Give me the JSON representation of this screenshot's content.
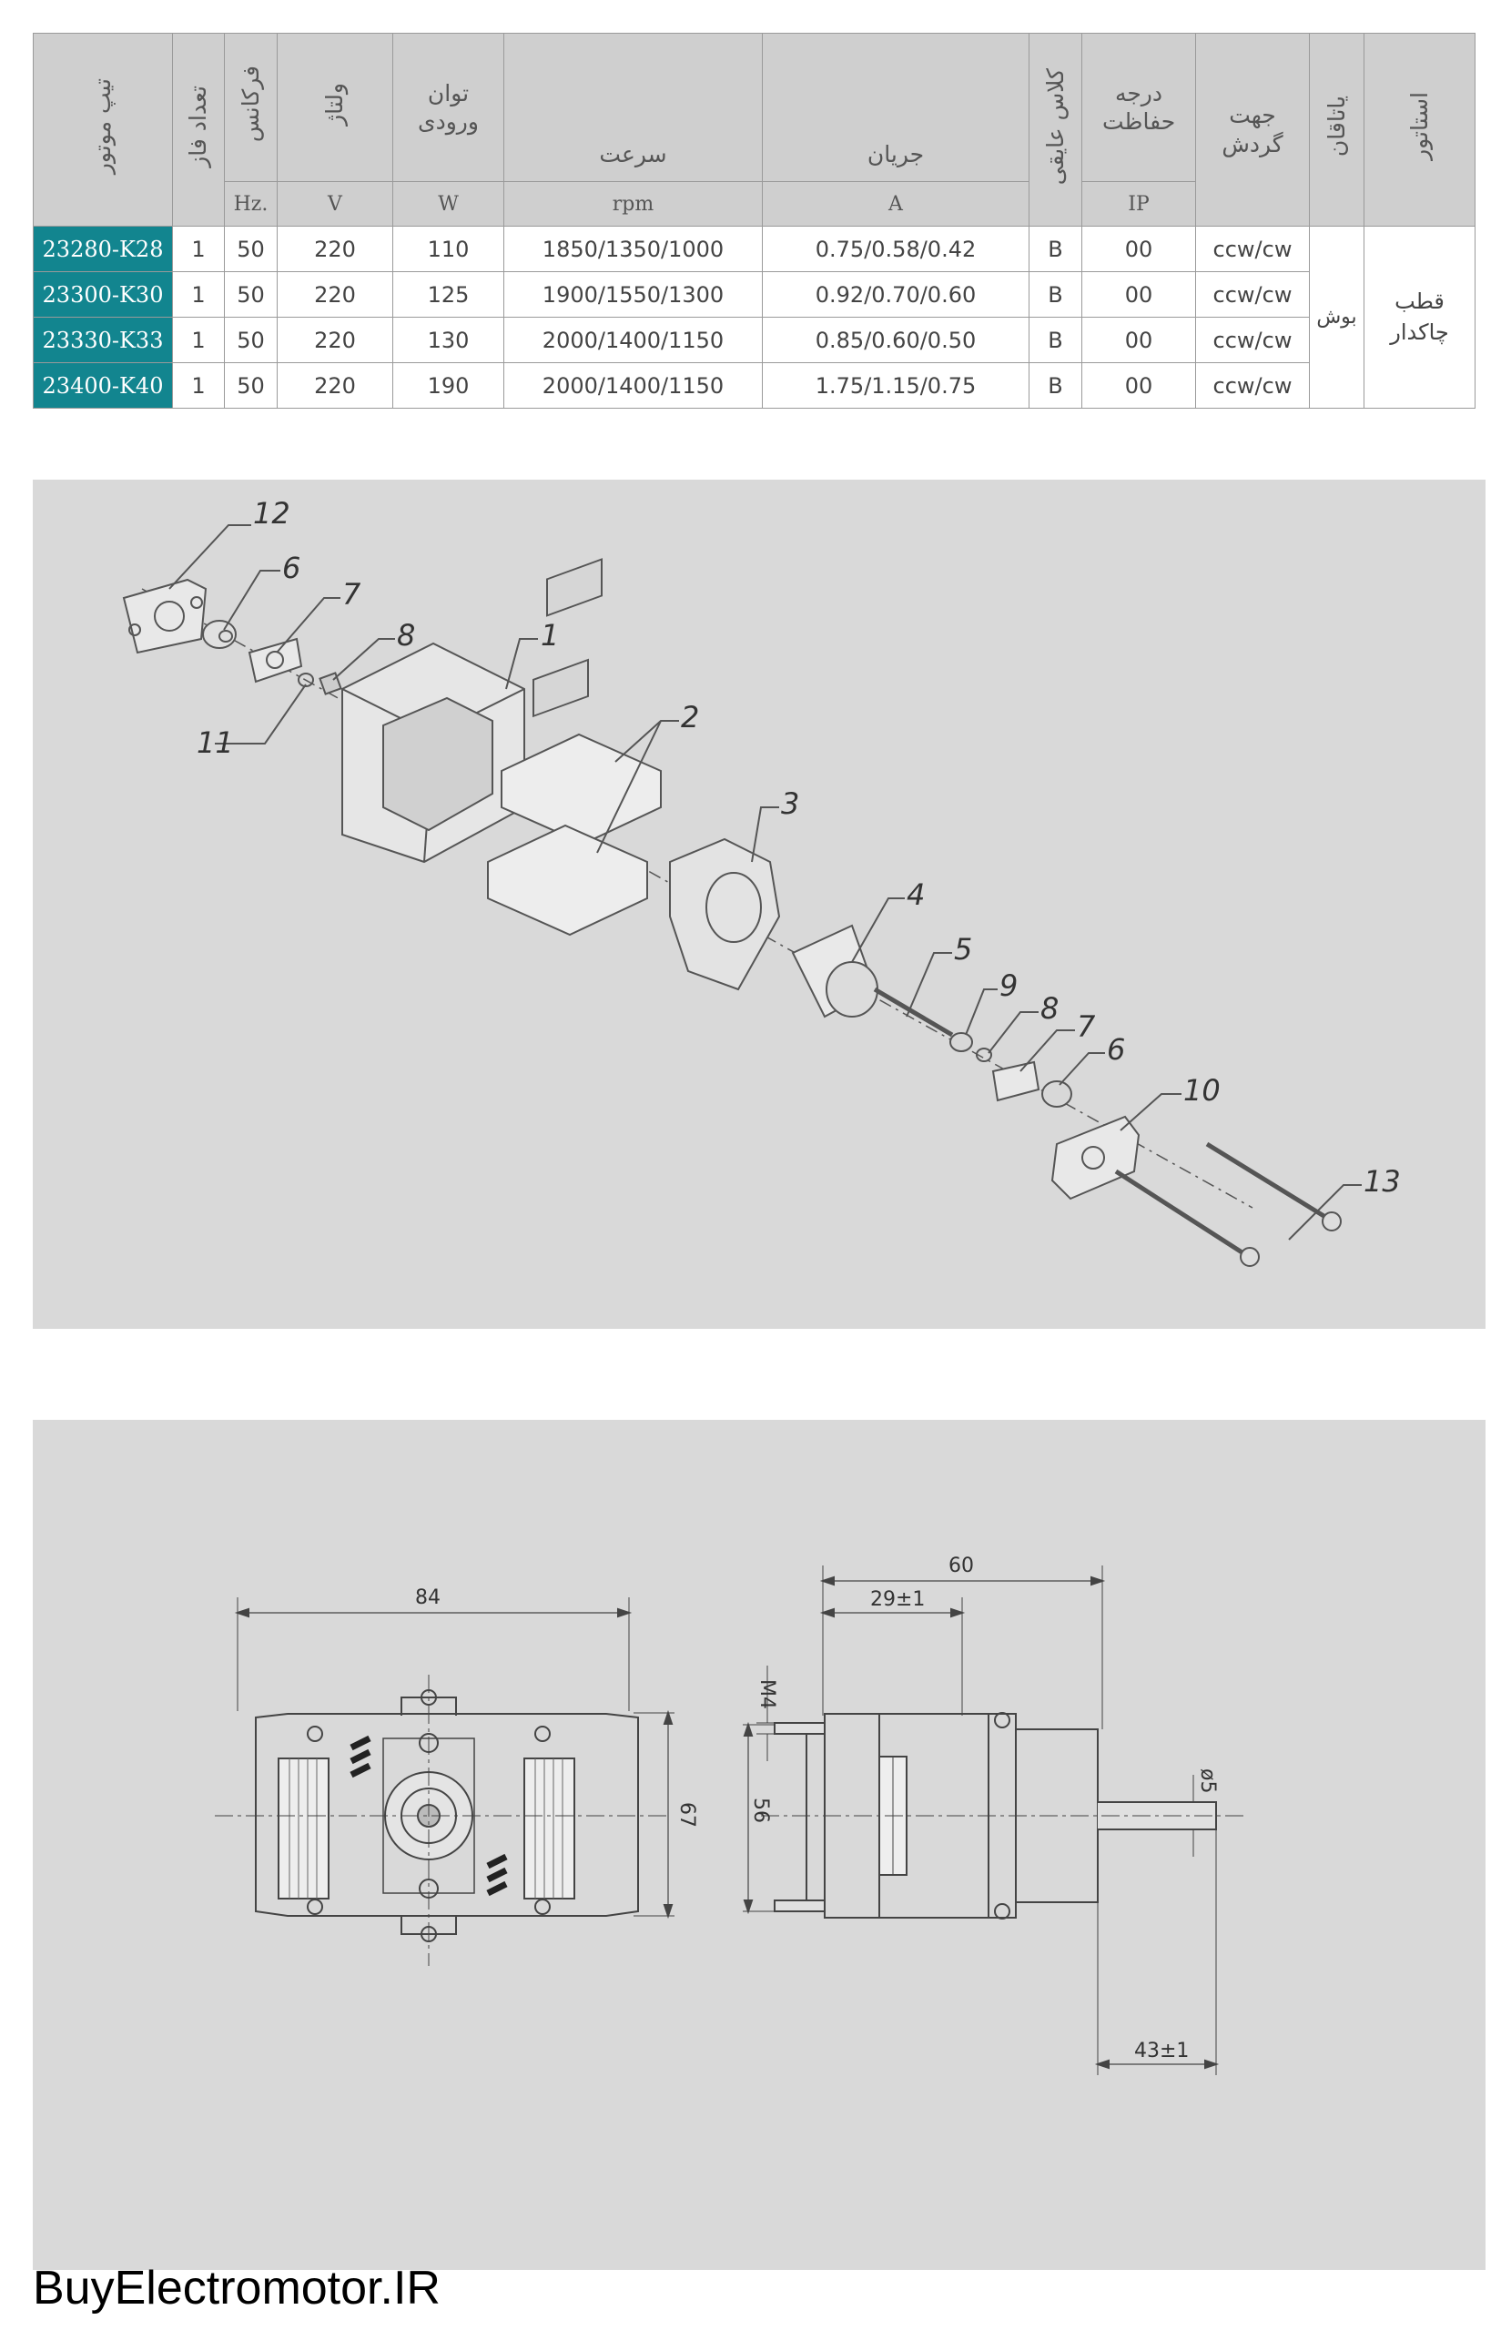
{
  "table": {
    "headers": {
      "type": "تیپ موتور",
      "phase": "تعداد فاز",
      "freq": "فرکانس",
      "volt": "ولتاژ",
      "power": "توان ورودی",
      "speed": "سرعت",
      "current": "جریان",
      "insulation": "کلاس عایقی",
      "protection": "درجه حفاظت",
      "rotation": "جهت گردش",
      "bearing": "یاتاقان",
      "stator": "استاتور"
    },
    "units": {
      "freq": "Hz.",
      "volt": "V",
      "power": "W",
      "speed": "rpm",
      "current": "A",
      "protection": "IP"
    },
    "rows": [
      {
        "model": "23280-K28",
        "phase": "1",
        "freq": "50",
        "volt": "220",
        "power": "110",
        "speed": "1850/1350/1000",
        "current": "0.75/0.58/0.42",
        "ins": "B",
        "ip": "00",
        "rot": "ccw/cw"
      },
      {
        "model": "23300-K30",
        "phase": "1",
        "freq": "50",
        "volt": "220",
        "power": "125",
        "speed": "1900/1550/1300",
        "current": "0.92/0.70/0.60",
        "ins": "B",
        "ip": "00",
        "rot": "ccw/cw"
      },
      {
        "model": "23330-K33",
        "phase": "1",
        "freq": "50",
        "volt": "220",
        "power": "130",
        "speed": "2000/1400/1150",
        "current": "0.85/0.60/0.50",
        "ins": "B",
        "ip": "00",
        "rot": "ccw/cw"
      },
      {
        "model": "23400-K40",
        "phase": "1",
        "freq": "50",
        "volt": "220",
        "power": "190",
        "speed": "2000/1400/1150",
        "current": "1.75/1.15/0.75",
        "ins": "B",
        "ip": "00",
        "rot": "ccw/cw"
      }
    ],
    "bearing_value": "بوش",
    "stator_value": "قطب چاکدار"
  },
  "exploded": {
    "labels": [
      "12",
      "6",
      "7",
      "8",
      "11",
      "1",
      "2",
      "3",
      "4",
      "5",
      "9",
      "8",
      "7",
      "6",
      "10",
      "13"
    ]
  },
  "dimensions": {
    "front_width": "84",
    "front_height": "67",
    "side_total": "60",
    "side_offset": "29±1",
    "thread": "M4",
    "shaft_dia": "ø5",
    "side_height": "56",
    "shaft_len": "43±1"
  },
  "footer": {
    "brand": "BuyElectromotor.IR"
  },
  "colors": {
    "model_cell": "#12858f",
    "header_bg": "#cfcfcf",
    "panel_bg": "#d9d9d9"
  }
}
